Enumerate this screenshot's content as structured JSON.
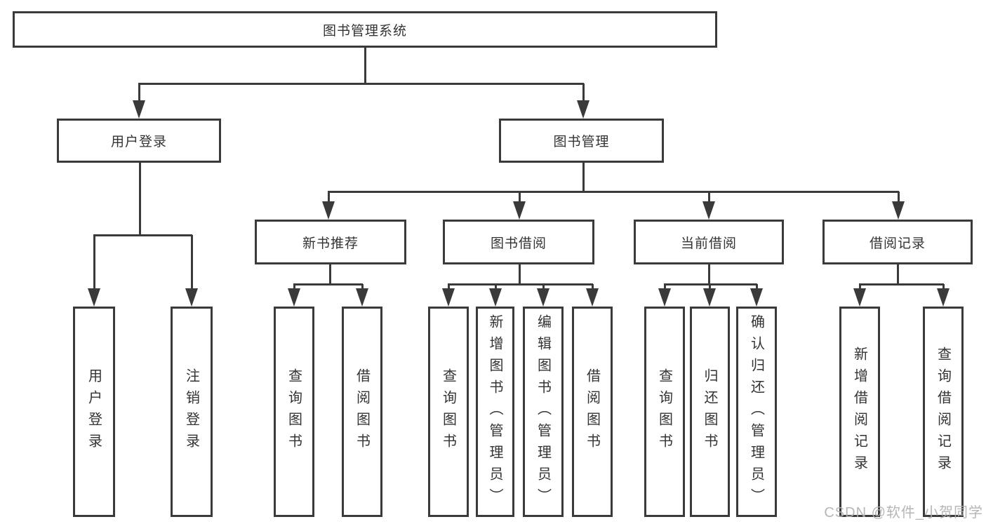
{
  "diagram": {
    "title": "图书管理系统",
    "user_login": {
      "label": "用户登录",
      "leaves": [
        "用户登录",
        "注销登录"
      ]
    },
    "book_mgmt": {
      "label": "图书管理",
      "sections": [
        {
          "label": "新书推荐",
          "leaves": [
            "查询图书",
            "借阅图书"
          ]
        },
        {
          "label": "图书借阅",
          "leaves": [
            "查询图书",
            "新增图书（管理员）",
            "编辑图书（管理员）",
            "借阅图书"
          ]
        },
        {
          "label": "当前借阅",
          "leaves": [
            "查询图书",
            "归还图书",
            "确认归还（管理员）"
          ]
        },
        {
          "label": "借阅记录",
          "leaves": [
            "新增借阅记录",
            "查询借阅记录"
          ]
        }
      ]
    }
  },
  "colors": {
    "line": "#3a3a3a",
    "text": "#333333",
    "watermark": "#b0b0b0"
  },
  "watermark": "CSDN @软件_小贺同学"
}
